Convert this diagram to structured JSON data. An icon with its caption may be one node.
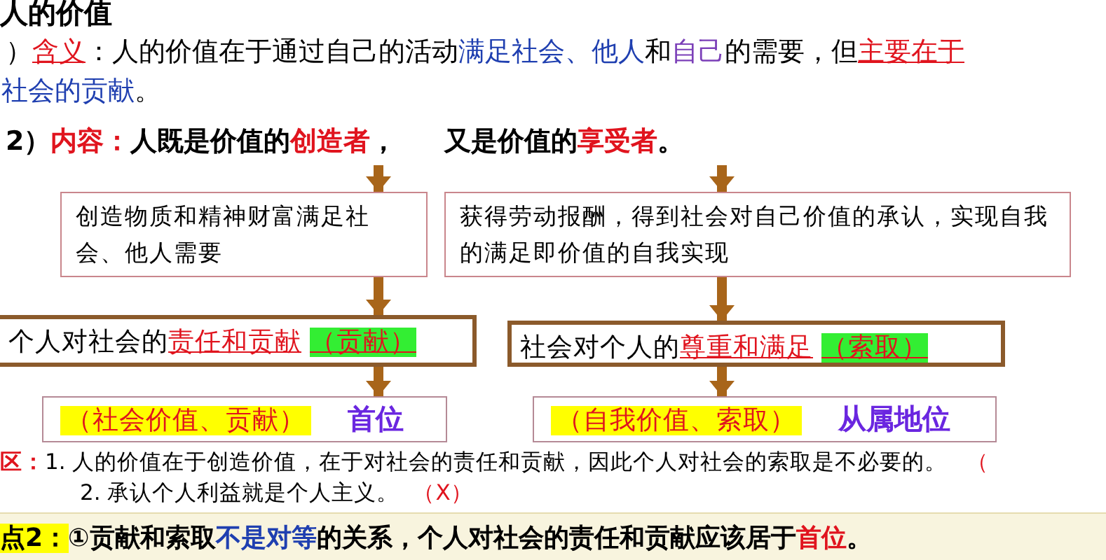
{
  "diagram": {
    "title": "人的价值",
    "nodes": [
      {
        "text": [
          "创造物质和精神财富满足社会、他人需要"
        ]
      },
      {
        "text": [
          "获得劳动报酬，得到社会对自己价值的承认，实现自我的满足即价值的自我实现"
        ]
      },
      {
        "text": [
          "个人对社会的",
          "责任和贡献",
          "（贡献）"
        ]
      },
      {
        "text": [
          "社会对个人的",
          "尊重和满足",
          "（索取）"
        ]
      },
      {
        "text": [
          "（社会价值、贡献）",
          "首位"
        ]
      },
      {
        "text": [
          "（自我价值、索取）",
          "从属地位"
        ]
      }
    ],
    "edges": [
      {
        "from": null,
        "to": 0,
        "arrow": "to"
      },
      {
        "from": null,
        "to": 1,
        "arrow": "to"
      },
      {
        "from": 0,
        "to": 2,
        "arrow": "to"
      },
      {
        "from": 1,
        "to": 3,
        "arrow": "to"
      },
      {
        "from": 2,
        "to": 4,
        "arrow": "to"
      },
      {
        "from": 3,
        "to": 5,
        "arrow": "to"
      }
    ],
    "labels": [
      "）",
      "含义",
      "：人的价值在于通过自己的活动",
      "满足社会、他人",
      "和",
      "自己",
      "的需要，但",
      "主要在于",
      "社会的贡献",
      "。",
      "2）",
      "内容：",
      "人既是价值的",
      "创造者",
      "，",
      "又是价值的",
      "享受者",
      "。",
      "区：",
      "1. 人的价值在于创造价值，在于对社会的责任和贡献，因此个人对社会的索取是不必要的。",
      "（",
      "2. 承认个人利益就是个人主义。",
      "（X）",
      "点2：",
      "①贡献和索取",
      "不是对等",
      "的关系，个人对社会的责任和贡献应该居于",
      "首位",
      "。"
    ]
  }
}
